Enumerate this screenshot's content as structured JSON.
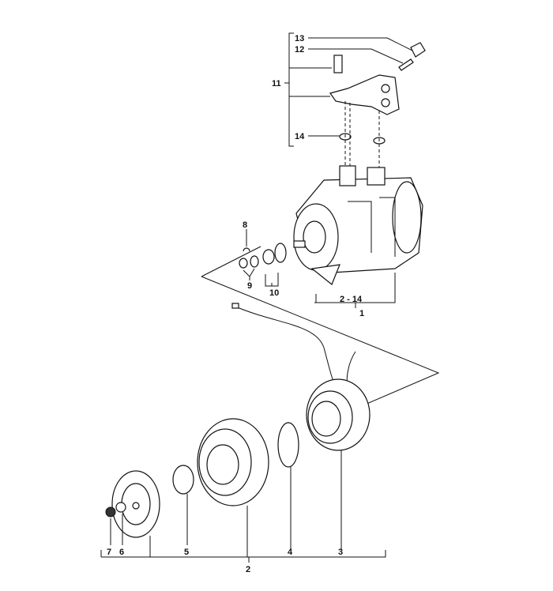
{
  "diagram": {
    "title": "A/C compressor and magnetic clutch exploded view",
    "callouts": {
      "c13": "13",
      "c12": "12",
      "c11": "11",
      "c14": "14",
      "c8": "8",
      "c9": "9",
      "c10": "10",
      "c2_14": "2 - 14",
      "c1": "1",
      "c7": "7",
      "c6": "6",
      "c5": "5",
      "c2": "2",
      "c4": "4",
      "c3": "3"
    }
  }
}
